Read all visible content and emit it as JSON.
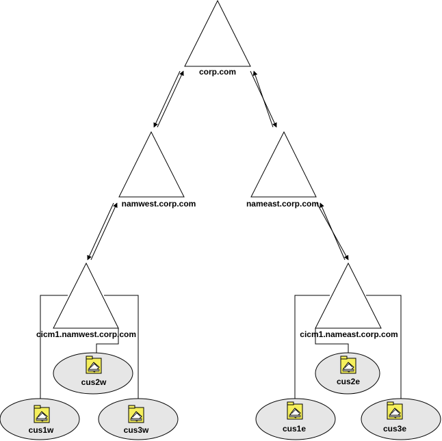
{
  "domains": {
    "root": "corp.com",
    "west": "namwest.corp.com",
    "east": "nameast.corp.com",
    "west_child": "cicm1.namwest.corp.com",
    "east_child": "cicm1.nameast.corp.com"
  },
  "clients": {
    "cus1w": "cus1w",
    "cus2w": "cus2w",
    "cus3w": "cus3w",
    "cus1e": "cus1e",
    "cus2e": "cus2e",
    "cus3e": "cus3e"
  },
  "colors": {
    "ellipse_fill": "#e6e6e6",
    "icon_fill": "#f5ef5c",
    "stroke": "#000000"
  },
  "icons": {
    "client": "scanner-folder-icon",
    "domain": "triangle-domain-icon"
  }
}
